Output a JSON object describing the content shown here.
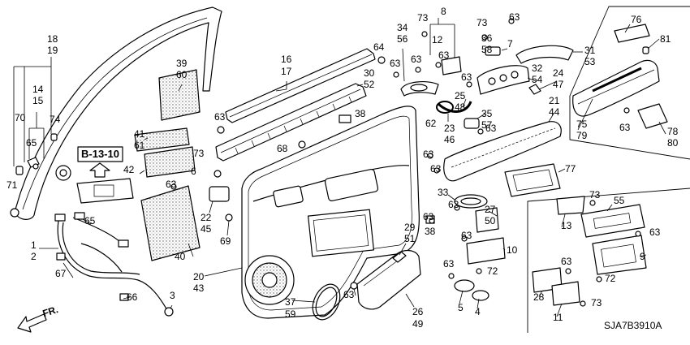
{
  "diagram": {
    "reference_box": "B-13-10",
    "direction_label": "FR.",
    "diagram_code": "SJA7B3910A",
    "callouts": [
      "18",
      "19",
      "14",
      "15",
      "70",
      "74",
      "65",
      "71",
      "39",
      "60",
      "16",
      "17",
      "41",
      "61",
      "42",
      "63",
      "73",
      "6",
      "63",
      "40",
      "22",
      "45",
      "69",
      "38",
      "68",
      "1",
      "2",
      "65",
      "67",
      "66",
      "3",
      "20",
      "43",
      "37",
      "59",
      "63",
      "26",
      "49",
      "30",
      "52",
      "34",
      "56",
      "64",
      "63",
      "63",
      "73",
      "8",
      "12",
      "63",
      "73",
      "36",
      "58",
      "7",
      "63",
      "31",
      "53",
      "32",
      "54",
      "24",
      "47",
      "63",
      "25",
      "48",
      "35",
      "57",
      "62",
      "23",
      "46",
      "63",
      "21",
      "44",
      "63",
      "63",
      "77",
      "76",
      "81",
      "75",
      "79",
      "63",
      "78",
      "80",
      "33",
      "63",
      "63",
      "27",
      "50",
      "29",
      "51",
      "38",
      "63",
      "10",
      "63",
      "72",
      "5",
      "4",
      "13",
      "73",
      "55",
      "63",
      "9",
      "63",
      "72",
      "28",
      "11",
      "73"
    ]
  }
}
